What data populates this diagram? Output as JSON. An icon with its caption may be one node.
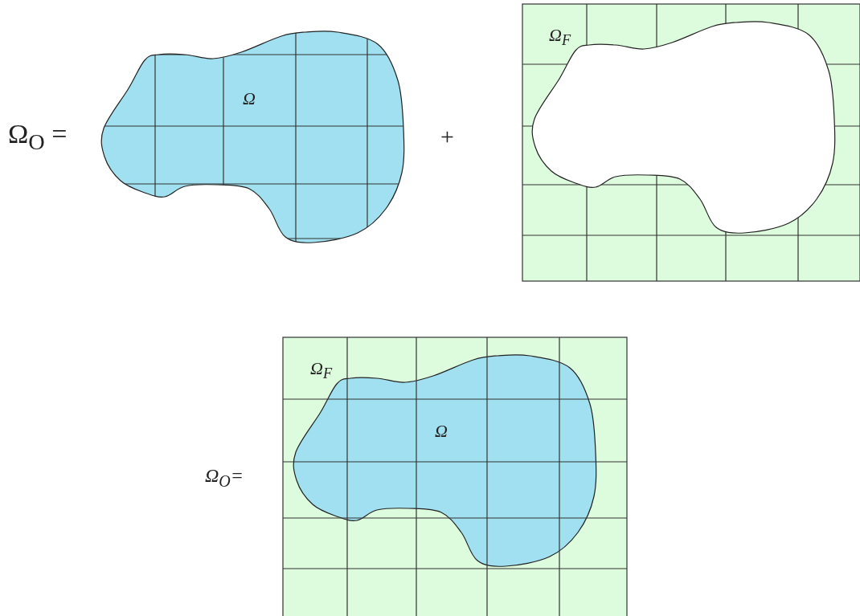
{
  "diagram": {
    "labels": [
      "Ω$_{O}$ =",
      "Ω",
      "+",
      "Ω$_{F}$",
      "Ω$_{F}$",
      "Ω",
      "Ω$_{O}$="
    ]
  }
}
